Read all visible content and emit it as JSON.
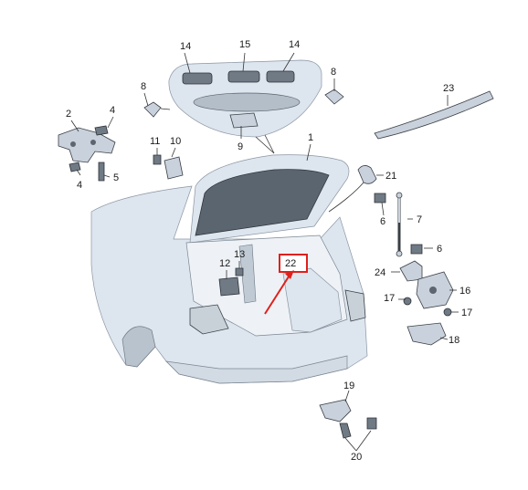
{
  "labels": {
    "l1": "1",
    "l2": "2",
    "l4a": "4",
    "l4b": "4",
    "l5": "5",
    "l6a": "6",
    "l6b": "6",
    "l7": "7",
    "l8a": "8",
    "l8b": "8",
    "l9": "9",
    "l10": "10",
    "l11": "11",
    "l12": "12",
    "l13": "13",
    "l14a": "14",
    "l14b": "14",
    "l15": "15",
    "l16": "16",
    "l17a": "17",
    "l17b": "17",
    "l18": "18",
    "l19": "19",
    "l20": "20",
    "l21": "21",
    "l22": "22",
    "l23": "23",
    "l24": "24"
  },
  "colors": {
    "highlight": "#e0201b",
    "line": "#333333",
    "part": "#c9d2dc",
    "body": "#dde5ee"
  }
}
